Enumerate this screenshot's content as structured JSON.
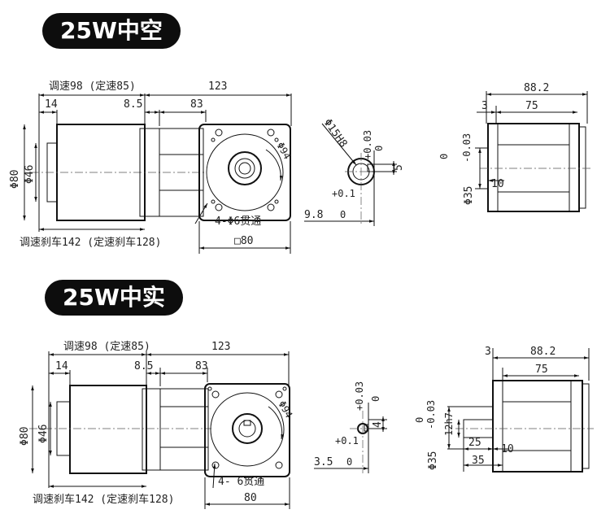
{
  "sections": [
    {
      "title": "25W中空",
      "side": {
        "speed_label": "调速98 (定速85)",
        "total": "123",
        "d14": "14",
        "d85": "8.5",
        "d83": "83",
        "dia80": "Φ80",
        "dia46": "Φ46",
        "brake_label": "调速刹车142 (定速刹车128)",
        "holes": "4-Φ6贯通",
        "square": "□80",
        "pcd": "Φ94"
      },
      "shaft": {
        "bore": "Φ15H8",
        "tol_upper": "+0.03",
        "tol_zero": "0",
        "keyway": "5",
        "tol2_upper": "+0.1",
        "tol2_zero": "0",
        "depth": "9.8"
      },
      "end": {
        "w882": "88.2",
        "w3": "3",
        "w75": "75",
        "tol_zero": "0",
        "tol_lower": "-0.03",
        "pilot": "Φ35",
        "d10": "10"
      }
    },
    {
      "title": "25W中实",
      "side": {
        "speed_label": "调速98 (定速85)",
        "total": "123",
        "d14": "14",
        "d85": "8.5",
        "d83": "83",
        "dia80": "Φ80",
        "dia46": "Φ46",
        "brake_label": "调速刹车142 (定速刹车128)",
        "holes": "4-  6贯通",
        "square": "80",
        "pcd": "Φ94"
      },
      "shaft": {
        "tol_upper": "+0.03",
        "tol_zero": "0",
        "keyway": "4",
        "tol2_upper": "+0.1",
        "tol2_zero": "0",
        "depth": "3.5"
      },
      "end": {
        "w3": "3",
        "w882": "88.2",
        "w75": "75",
        "tol_zero": "0",
        "tol_lower": "-0.03",
        "pilot": "Φ35",
        "shaft_fit": "12h7",
        "d25": "25",
        "d35": "35",
        "d10": "10"
      }
    }
  ]
}
